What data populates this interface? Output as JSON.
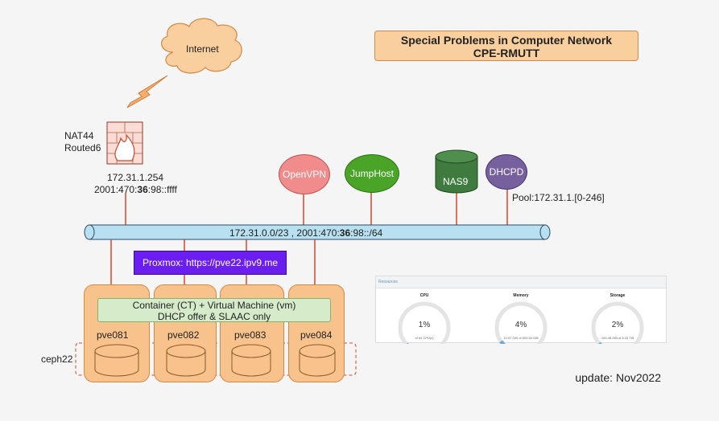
{
  "title": {
    "line1": "Special Problems in Computer Network",
    "line2": "CPE-RMUTT"
  },
  "internet": {
    "label": "Internet"
  },
  "firewall": {
    "label1": "NAT44",
    "label2": "Routed6",
    "ipv4": "172.31.1.254",
    "ipv6_prefix": "2001:470:",
    "ipv6_bold": "36",
    "ipv6_suffix": ":98::ffff"
  },
  "network": {
    "prefix": "172.31.0.0/23 , 2001:470:",
    "bold": "36",
    "suffix": ":98::/64"
  },
  "services": {
    "openvpn": {
      "label": "OpenVPN",
      "color": "#f08c8c"
    },
    "jumphost": {
      "label": "JumpHost",
      "color": "#4aa428"
    },
    "nas": {
      "label": "NAS9",
      "color": "#3f7a3f"
    },
    "dhcpd": {
      "label": "DHCPD",
      "color": "#76609e",
      "pool": "Pool:172.31.1.[0-246]"
    }
  },
  "proxmox": {
    "label": "Proxmox: https://pve22.ipv9.me",
    "color": "#6a1ff0"
  },
  "container_box": {
    "line1": "Container (CT) + Virtual Machine (vm)",
    "line2": "DHCP offer & SLAAC only"
  },
  "pve_nodes": [
    "pve081",
    "pve082",
    "pve083",
    "pve084"
  ],
  "ceph": {
    "label": "ceph22"
  },
  "resources": {
    "header": "Resources",
    "items": [
      {
        "title": "CPU",
        "percent": "1%",
        "sub": "of 64 CPU(s)",
        "value": 0.01
      },
      {
        "title": "Memory",
        "percent": "4%",
        "sub": "19.57 GiB of 503.59 GiB",
        "value": 0.04
      },
      {
        "title": "Storage",
        "percent": "2%",
        "sub": "169.48 GiB of 8.33 TiB",
        "value": 0.02
      }
    ]
  },
  "update": "update: Nov2022"
}
